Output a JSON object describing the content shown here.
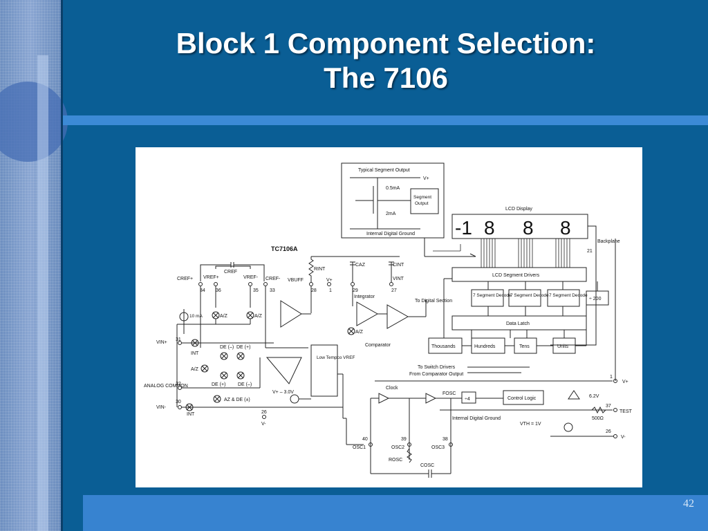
{
  "slide": {
    "title_line1": "Block 1 Component Selection:",
    "title_line2": "The 7106",
    "page_number": "42"
  },
  "diagram": {
    "chip_name": "TC7106A",
    "seg_box_title": "Typical Segment Output",
    "seg_vplus": "V+",
    "seg_current_top": "0.5mA",
    "seg_current_bottom": "2mA",
    "seg_output_line1": "Segment",
    "seg_output_line2": "Output",
    "seg_ground": "Internal Digital Ground",
    "lcd_display_label": "LCD Display",
    "lcd_digits": [
      "-1",
      "8",
      "8",
      "8"
    ],
    "backplane": "Backplane",
    "backplane_pin": "21",
    "segment_drivers": "LCD Segment Drivers",
    "decoders": [
      "7 Segment Decode",
      "7 Segment Decode",
      "7 Segment Decode"
    ],
    "divide200": "÷ 200",
    "data_latch": "Data Latch",
    "counters": [
      "Thousands",
      "Hundreds",
      "Tens",
      "Units"
    ],
    "cref": "CREF",
    "cref_plus": "CREF+",
    "vref_plus": "VREF+",
    "vref_minus": "VREF-",
    "cref_minus": "CREF-",
    "vbuff": "VBUFF",
    "rint": "RINT",
    "caz": "CAZ",
    "cint": "CINT",
    "vplus_label": "V+",
    "vint": "VINT",
    "pins_top": [
      "34",
      "36",
      "35",
      "33",
      "28",
      "1",
      "29",
      "27"
    ],
    "integrator": "Integrator",
    "to_digital": "To Digital Section",
    "comparator": "Comparator",
    "az": "A/Z",
    "int_label": "INT",
    "de_minus": "DE (–)",
    "de_plus": "DE (+)",
    "az_de": "AZ & DE (±)",
    "ten_ma": "10 mA",
    "vin_plus": "VIN+",
    "vin_minus": "VIN-",
    "analog_common": "ANALOG COMMON",
    "pin31": "31",
    "pin32": "32",
    "pin30": "30",
    "pin26_left": "26",
    "v_minus_left": "V-",
    "v3": "V+ – 3.0V",
    "low_tempco": "Low Tempco VREF",
    "to_switch_drivers": "To Switch Drivers",
    "from_comparator": "From Comparator Output",
    "clock": "Clock",
    "fosc": "FOSC",
    "div4": "÷4",
    "control_logic": "Control Logic",
    "internal_digital_ground": "Internal Digital Ground",
    "vth": "VTH = 1V",
    "zener": "6.2V",
    "r500": "500Ω",
    "pin1": "1",
    "pin37": "37",
    "pin26_right": "26",
    "vplus_right": "V+",
    "test": "TEST",
    "vminus_right": "V-",
    "osc_pins": [
      "40",
      "39",
      "38"
    ],
    "osc_labels": [
      "OSC1",
      "OSC2",
      "OSC3"
    ],
    "rosc": "ROSC",
    "cosc": "COSC"
  }
}
